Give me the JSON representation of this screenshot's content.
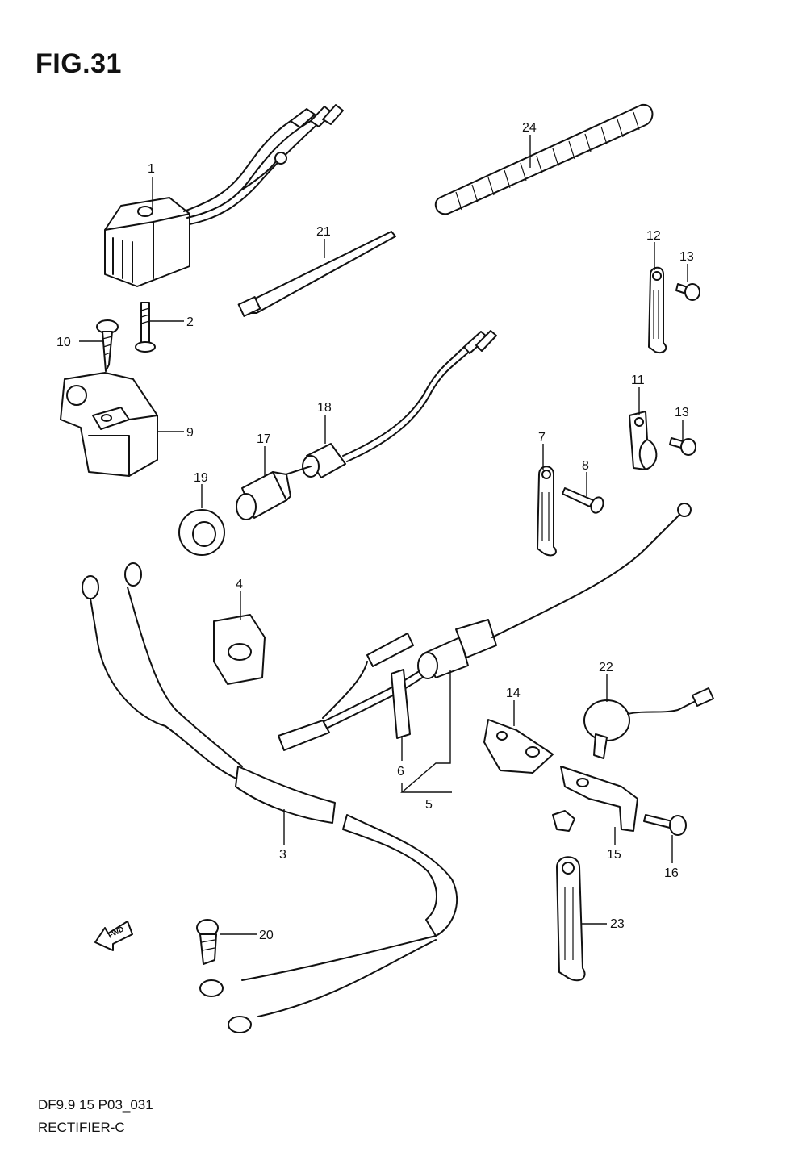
{
  "figure": {
    "title": "FIG.31",
    "code": "DF9.9 15 P03_031",
    "name": "RECTIFIER-C"
  },
  "fwd_label": "FWD",
  "callouts": [
    {
      "id": "p1",
      "label": "1"
    },
    {
      "id": "p2",
      "label": "2"
    },
    {
      "id": "p3",
      "label": "3"
    },
    {
      "id": "p4",
      "label": "4"
    },
    {
      "id": "p5",
      "label": "5"
    },
    {
      "id": "p6",
      "label": "6"
    },
    {
      "id": "p7",
      "label": "7"
    },
    {
      "id": "p8",
      "label": "8"
    },
    {
      "id": "p9",
      "label": "9"
    },
    {
      "id": "p10",
      "label": "10"
    },
    {
      "id": "p11",
      "label": "11"
    },
    {
      "id": "p12",
      "label": "12"
    },
    {
      "id": "p13a",
      "label": "13"
    },
    {
      "id": "p13b",
      "label": "13"
    },
    {
      "id": "p14",
      "label": "14"
    },
    {
      "id": "p15",
      "label": "15"
    },
    {
      "id": "p16",
      "label": "16"
    },
    {
      "id": "p17",
      "label": "17"
    },
    {
      "id": "p18",
      "label": "18"
    },
    {
      "id": "p19",
      "label": "19"
    },
    {
      "id": "p20",
      "label": "20"
    },
    {
      "id": "p21",
      "label": "21"
    },
    {
      "id": "p22",
      "label": "22"
    },
    {
      "id": "p23",
      "label": "23"
    },
    {
      "id": "p24",
      "label": "24"
    }
  ]
}
